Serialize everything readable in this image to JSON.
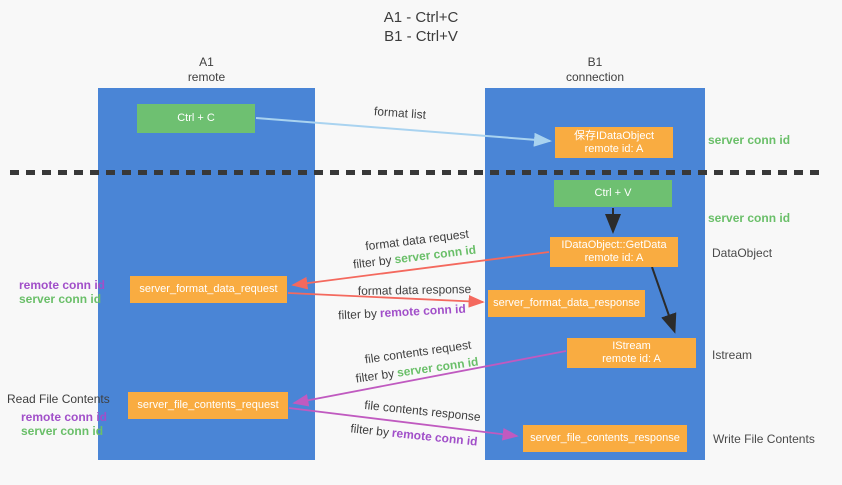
{
  "title": {
    "line1": "A1 - Ctrl+C",
    "line2": "B1 - Ctrl+V"
  },
  "columns": {
    "a": {
      "name": "A1",
      "role": "remote"
    },
    "b": {
      "name": "B1",
      "role": "connection"
    }
  },
  "nodes": {
    "ctrl_c": {
      "label": "Ctrl + C"
    },
    "save_idataobject": {
      "line1": "保存IDataObject",
      "line2": "remote id: A"
    },
    "ctrl_v": {
      "label": "Ctrl + V"
    },
    "getdata": {
      "line1": "IDataObject::GetData",
      "line2": "remote id: A"
    },
    "format_request": {
      "label": "server_format_data_request"
    },
    "format_response": {
      "label": "server_format_data_response"
    },
    "istream": {
      "line1": "IStream",
      "line2": "remote id: A"
    },
    "file_request": {
      "label": "server_file_contents_request"
    },
    "file_response": {
      "label": "server_file_contents_response"
    }
  },
  "side_labels": {
    "server_conn_id_top": "server conn id",
    "server_conn_id_mid": "server conn id",
    "dataobject": "DataObject",
    "istream": "Istream",
    "write_file_contents": "Write File Contents",
    "read_file_contents": "Read File Contents",
    "mid_remote_conn_id": "remote conn id",
    "mid_server_conn_id": "server conn id",
    "bottom_remote_conn_id": "remote conn id",
    "bottom_server_conn_id": "server conn id"
  },
  "arrows": {
    "format_list": {
      "label": "format list"
    },
    "format_data_request": {
      "label": "format data request",
      "filter_prefix": "filter by",
      "filter_id": "server conn id"
    },
    "format_data_response": {
      "label": "format data response",
      "filter_prefix": "filter by",
      "filter_id": "remote conn id"
    },
    "file_contents_request": {
      "label": "file contents request",
      "filter_prefix": "filter by",
      "filter_id": "server conn id"
    },
    "file_contents_response": {
      "label": "file contents response",
      "filter_prefix": "filter by",
      "filter_id": "remote conn id"
    }
  },
  "colors": {
    "column_blue": "#4a85d6",
    "box_green": "#6ec071",
    "box_orange": "#f9ac41",
    "arrow_light_blue": "#a9d3f0",
    "arrow_red": "#f4695e",
    "arrow_magenta": "#c05ac0",
    "arrow_black": "#2b2b2b",
    "id_green": "#6abf69",
    "id_purple": "#a14fc9",
    "label_gray": "#3f3f3f"
  }
}
